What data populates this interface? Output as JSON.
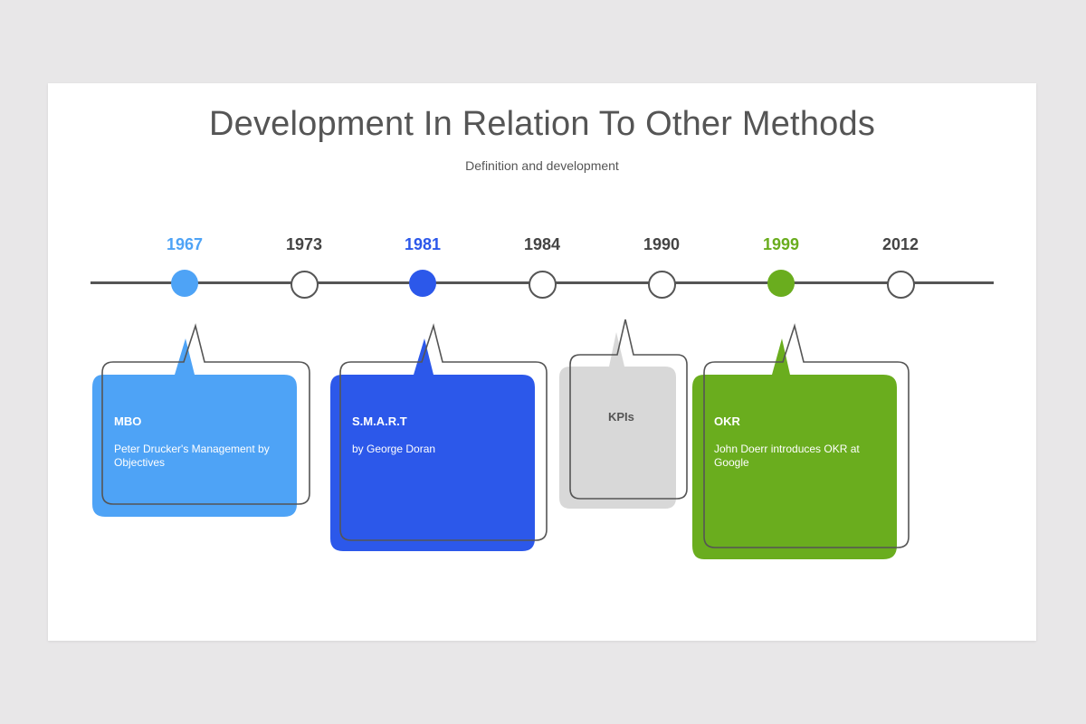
{
  "slide": {
    "title": "Development In Relation To Other Methods",
    "subtitle": "Definition and development"
  },
  "timeline": {
    "years": [
      {
        "label": "1967",
        "color": "#4ea3f6",
        "filled": true
      },
      {
        "label": "1973",
        "color": "#444444",
        "filled": false
      },
      {
        "label": "1981",
        "color": "#2c58ea",
        "filled": true
      },
      {
        "label": "1984",
        "color": "#444444",
        "filled": false
      },
      {
        "label": "1990",
        "color": "#444444",
        "filled": false
      },
      {
        "label": "1999",
        "color": "#6aad1e",
        "filled": true
      },
      {
        "label": "2012",
        "color": "#444444",
        "filled": false
      }
    ]
  },
  "cards": [
    {
      "title": "MBO",
      "description": "Peter Drucker's Management by Objectives",
      "color": "#4ea3f6"
    },
    {
      "title": "S.M.A.R.T",
      "description": "by George Doran",
      "color": "#2c58ea"
    },
    {
      "title": "KPIs",
      "description": "",
      "color": "#d8d8d8"
    },
    {
      "title": "OKR",
      "description": "John Doerr introduces OKR at Google",
      "color": "#6aad1e"
    }
  ],
  "colors": {
    "axis": "#555555",
    "outline": "#555555",
    "text": "#555555"
  }
}
